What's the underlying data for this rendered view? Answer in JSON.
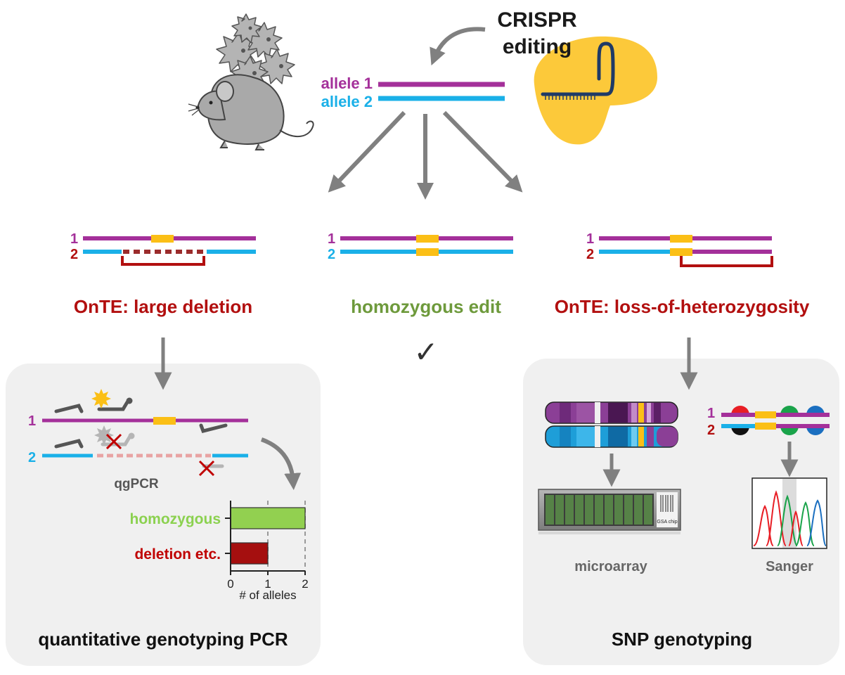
{
  "top": {
    "crispr_line1": "CRISPR",
    "crispr_line2": "editing",
    "allele1": "allele 1",
    "allele2": "allele 2"
  },
  "outcomes": {
    "left": {
      "num1": "1",
      "num2": "2",
      "title": "OnTE: large deletion"
    },
    "middle": {
      "num1": "1",
      "num2": "2",
      "title": "homozygous edit",
      "check": "✓"
    },
    "right": {
      "num1": "1",
      "num2": "2",
      "title": "OnTE: loss-of-heterozygosity"
    }
  },
  "qgpcr_panel": {
    "num1": "1",
    "num2": "2",
    "method": "qgPCR",
    "title": "quantitative genotyping PCR"
  },
  "snp_panel": {
    "microarray": "microarray",
    "sanger": "Sanger",
    "sanger_num1": "1",
    "sanger_num2": "2",
    "chip_label": "GSA chip",
    "title": "SNP genotyping"
  },
  "chart_data": {
    "type": "bar",
    "orientation": "horizontal",
    "categories": [
      "homozygous",
      "deletion etc."
    ],
    "values": [
      2,
      1
    ],
    "xlabel": "# of alleles",
    "xlim": [
      0,
      2
    ],
    "xticks": [
      0,
      1,
      2
    ],
    "category_colors": [
      "#92d050",
      "#a50f0f"
    ],
    "category_label_colors": [
      "#8bd14f",
      "#c00000"
    ],
    "grid": "dashed vertical at 1 and 2"
  },
  "colors": {
    "allele1": "#a4309a",
    "allele2": "#1ab0e8",
    "edit": "#fbbf16",
    "deletion_red": "#b20f0f",
    "homozygous_green": "#6e9a3c",
    "arrow_gray": "#808080",
    "panel_bg": "#f0f0f0",
    "cas9_yellow": "#fcc93a"
  }
}
